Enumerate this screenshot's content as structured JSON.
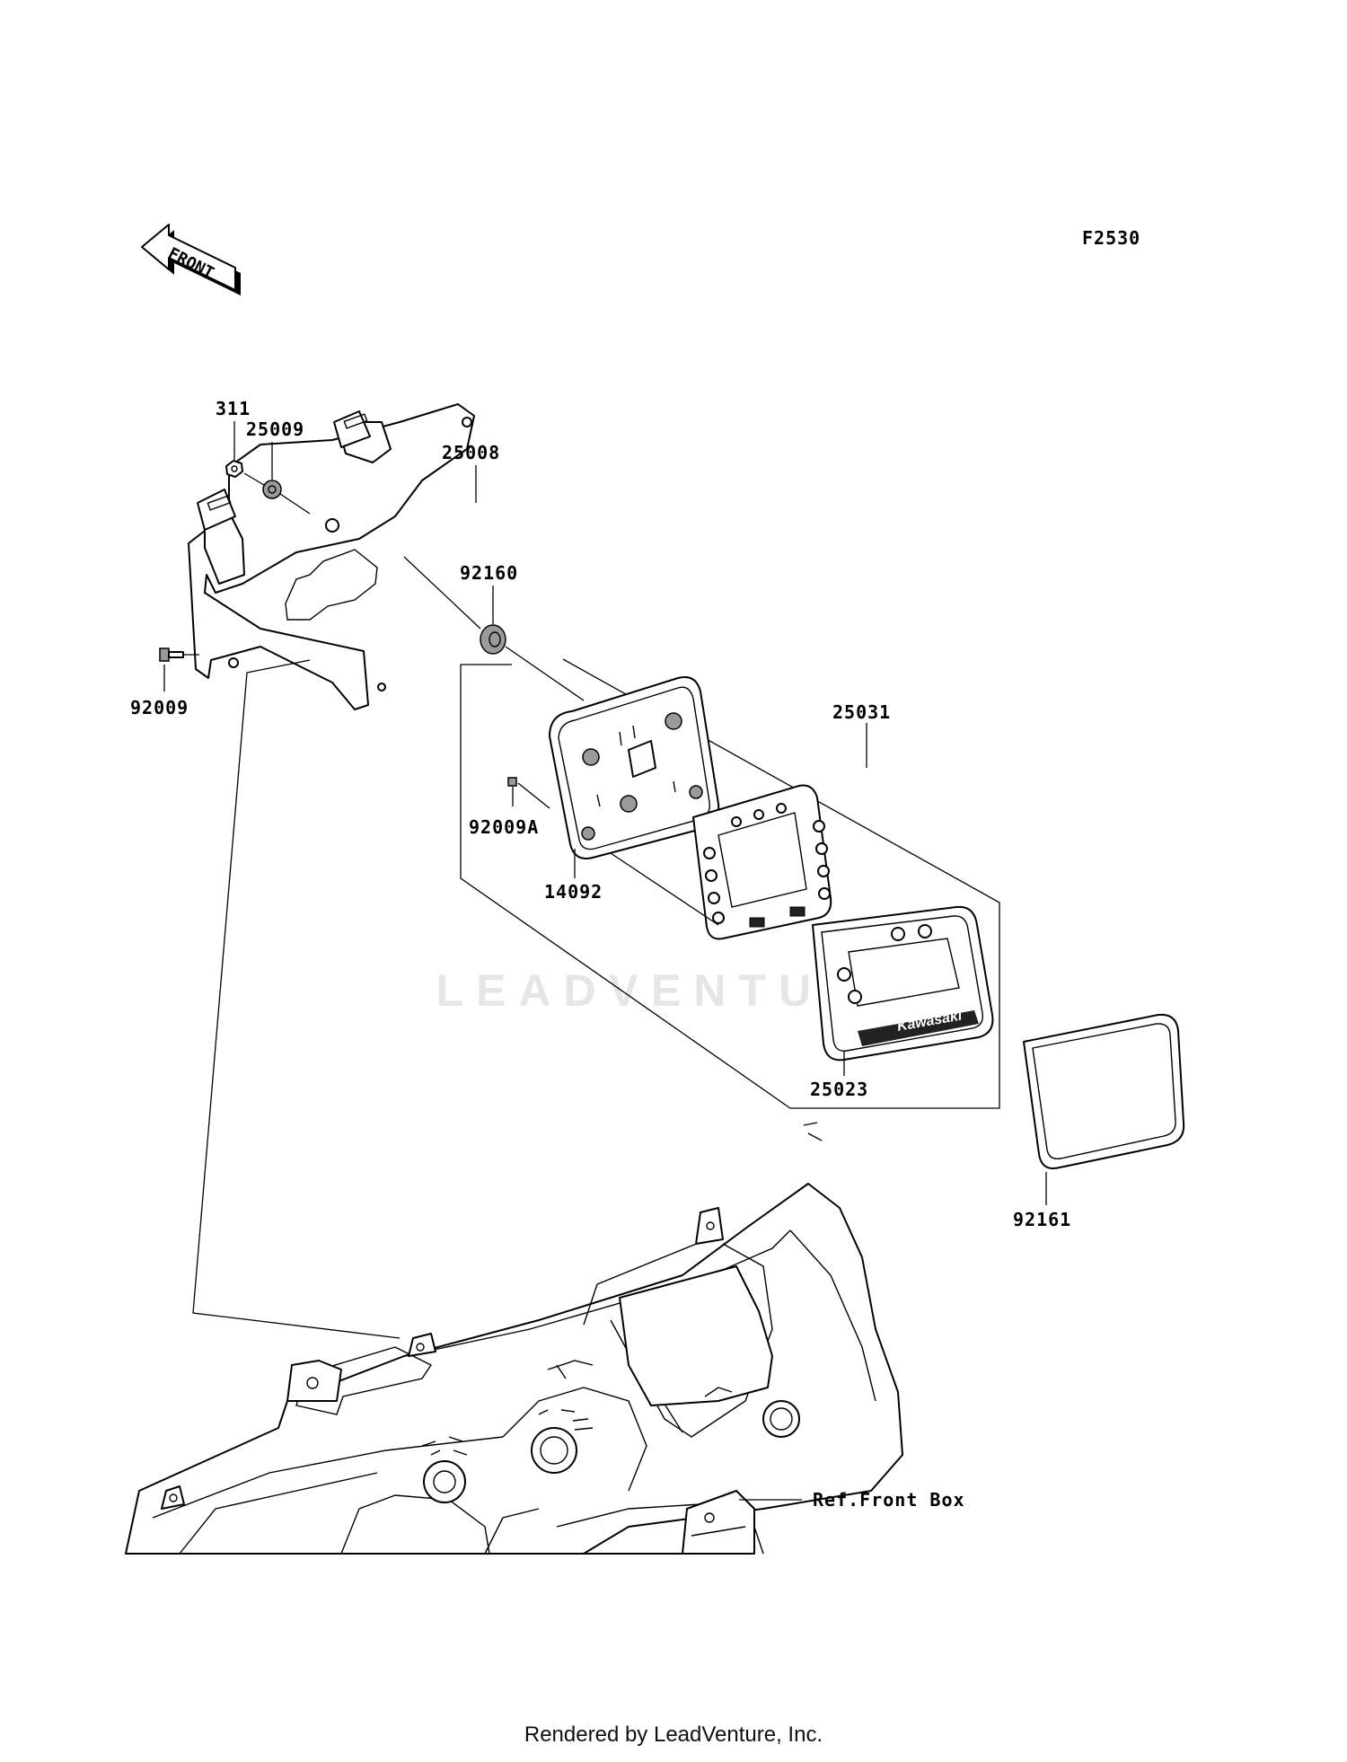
{
  "diagram_code": "F2530",
  "front_arrow_label": "FRONT",
  "watermark": "LEADVENTURE",
  "ref_label": "Ref.Front Box",
  "parts": [
    {
      "id": "p311",
      "number": "311"
    },
    {
      "id": "p25009",
      "number": "25009"
    },
    {
      "id": "p25008",
      "number": "25008"
    },
    {
      "id": "p92160",
      "number": "92160"
    },
    {
      "id": "p92009",
      "number": "92009"
    },
    {
      "id": "p25031",
      "number": "25031"
    },
    {
      "id": "p92009A",
      "number": "92009A"
    },
    {
      "id": "p14092",
      "number": "14092"
    },
    {
      "id": "p25023",
      "number": "25023"
    },
    {
      "id": "p92161",
      "number": "92161"
    }
  ],
  "meter_brand": "Kawasaki",
  "footer": "Rendered by LeadVenture, Inc."
}
